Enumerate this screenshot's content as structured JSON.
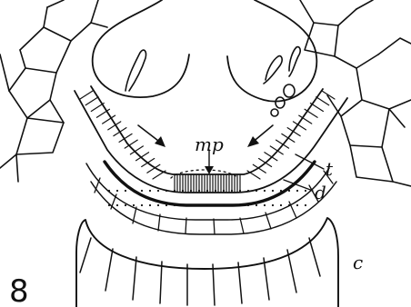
{
  "figure": {
    "number": "8",
    "labels": {
      "mp": "mp",
      "t": "t",
      "d": "d",
      "c": "c"
    }
  },
  "colors": {
    "ink": "#111111",
    "paper": "#ffffff"
  }
}
